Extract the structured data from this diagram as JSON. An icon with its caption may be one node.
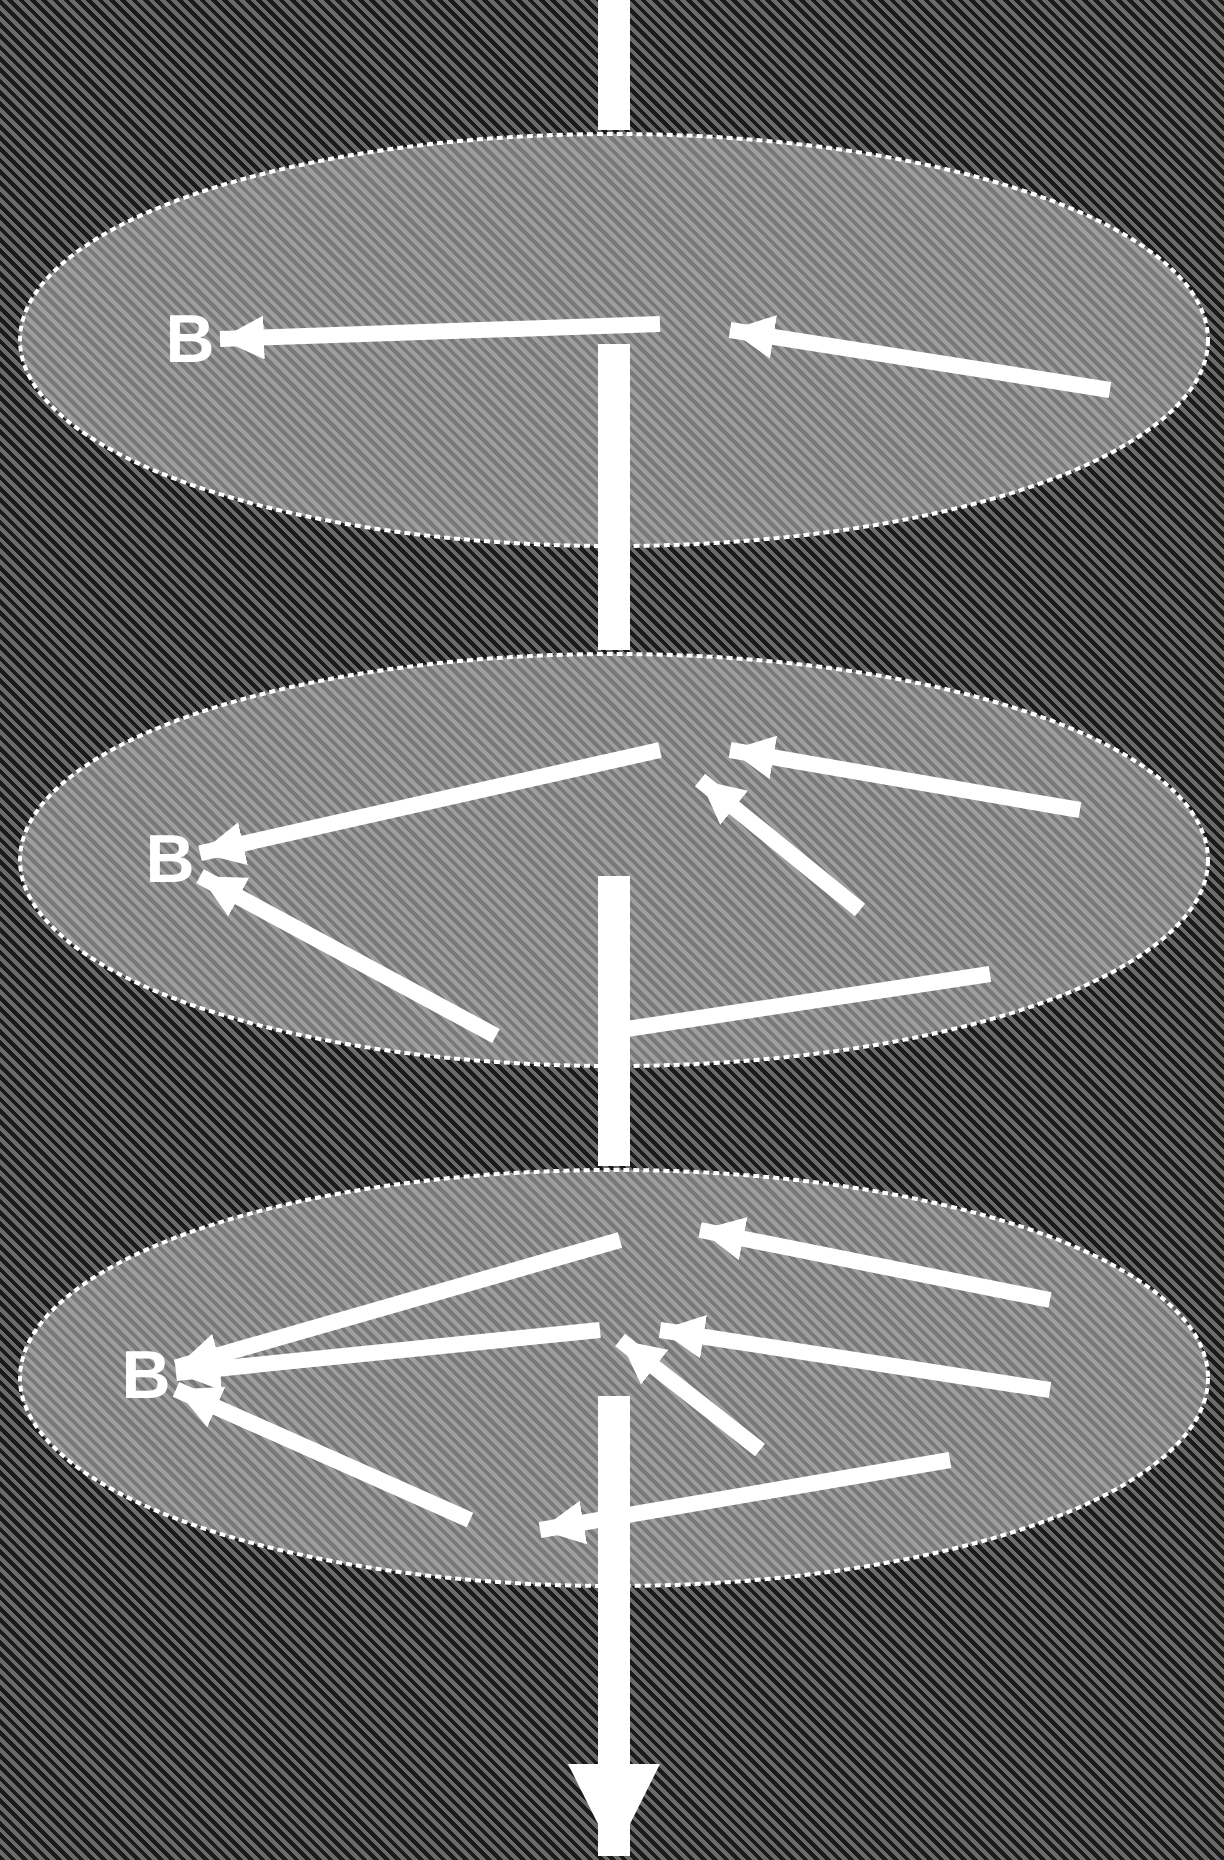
{
  "diagram": {
    "nodes": [
      {
        "text": [],
        "shape": "ellipse"
      },
      {
        "text": [
          "B"
        ],
        "in": 0
      },
      {
        "text": [],
        "shape": "ellipse"
      },
      {
        "text": [
          "B"
        ],
        "in": 2
      },
      {
        "text": [],
        "shape": "ellipse"
      },
      {
        "text": [
          "B"
        ],
        "in": 4
      }
    ],
    "edges": [
      {
        "from": null,
        "to": 0,
        "arrow": "none",
        "style": "thick"
      },
      {
        "from": 0,
        "to": 2,
        "arrow": "none",
        "style": "thick"
      },
      {
        "from": 2,
        "to": 4,
        "arrow": "none",
        "style": "thick"
      },
      {
        "from": 4,
        "to": null,
        "arrow": "to",
        "style": "thick"
      },
      {
        "from": null,
        "to": 1,
        "arrow": "to"
      },
      {
        "from": null,
        "to": 3,
        "arrow": "to"
      },
      {
        "from": null,
        "to": 3,
        "arrow": "to"
      },
      {
        "from": null,
        "to": 5,
        "arrow": "to"
      },
      {
        "from": null,
        "to": 5,
        "arrow": "to"
      },
      {
        "from": null,
        "to": 5,
        "arrow": "to"
      }
    ]
  }
}
